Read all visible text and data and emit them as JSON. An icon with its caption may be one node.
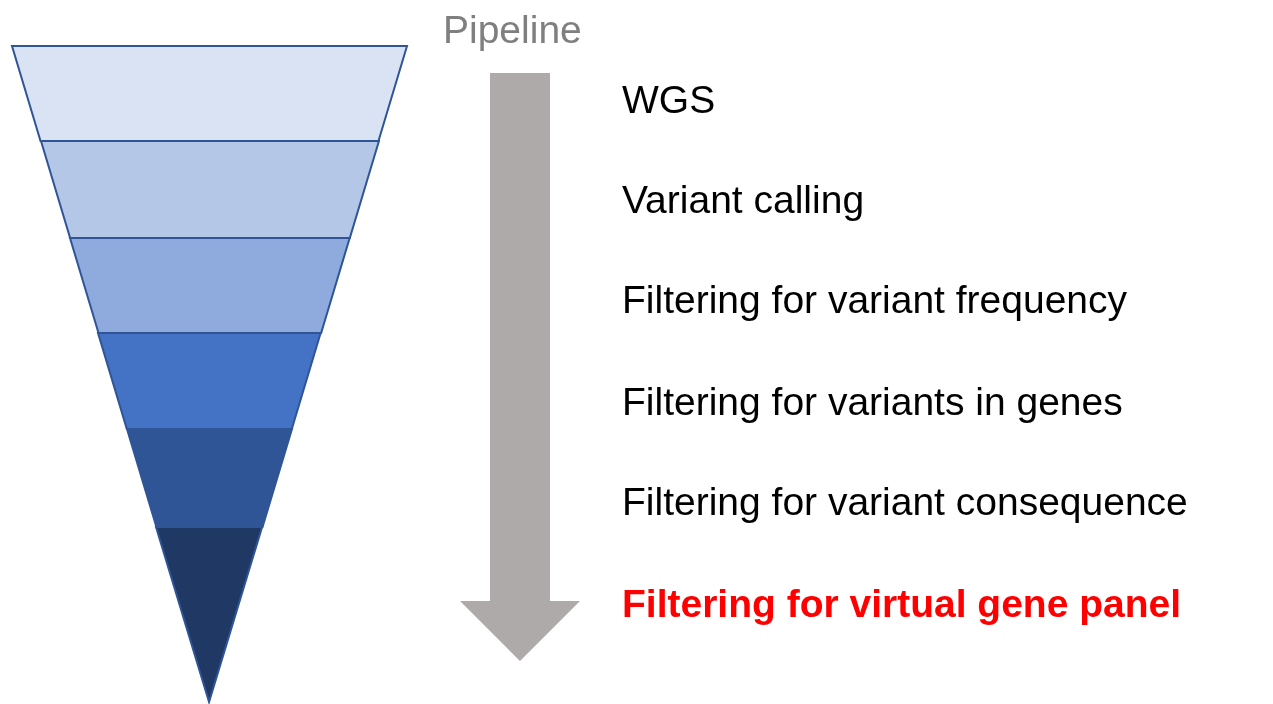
{
  "diagram": {
    "nodes": [
      {
        "text": [],
        "shape": "trapezoid"
      },
      {
        "text": [],
        "shape": "trapezoid"
      },
      {
        "text": [],
        "shape": "trapezoid"
      },
      {
        "text": [],
        "shape": "trapezoid"
      },
      {
        "text": [],
        "shape": "trapezoid"
      },
      {
        "text": [],
        "shape": "triangle"
      }
    ],
    "edges": [],
    "labels": [
      "Pipeline",
      "WGS",
      "Variant calling",
      "Filtering for variant frequency",
      "Filtering for variants in genes",
      "Filtering for variant consequence",
      "Filtering for virtual gene panel"
    ]
  }
}
